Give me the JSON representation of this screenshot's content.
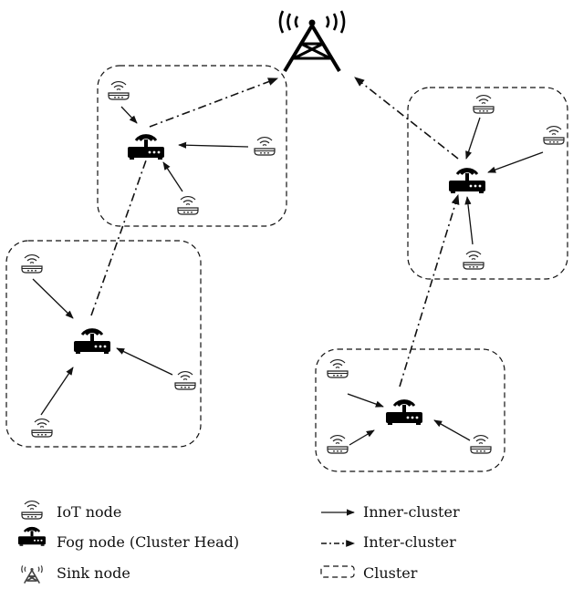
{
  "legend": {
    "iot_node": "IoT node",
    "fog_node": "Fog node (Cluster Head)",
    "sink_node": "Sink node",
    "inner_cluster": "Inner-cluster",
    "inter_cluster": "Inter-cluster",
    "cluster": "Cluster"
  },
  "icons": {
    "iot": "iot-sensor-icon",
    "fog": "router-icon",
    "sink": "antenna-tower-icon"
  },
  "colors": {
    "stroke": "#111111",
    "background": "#ffffff"
  }
}
